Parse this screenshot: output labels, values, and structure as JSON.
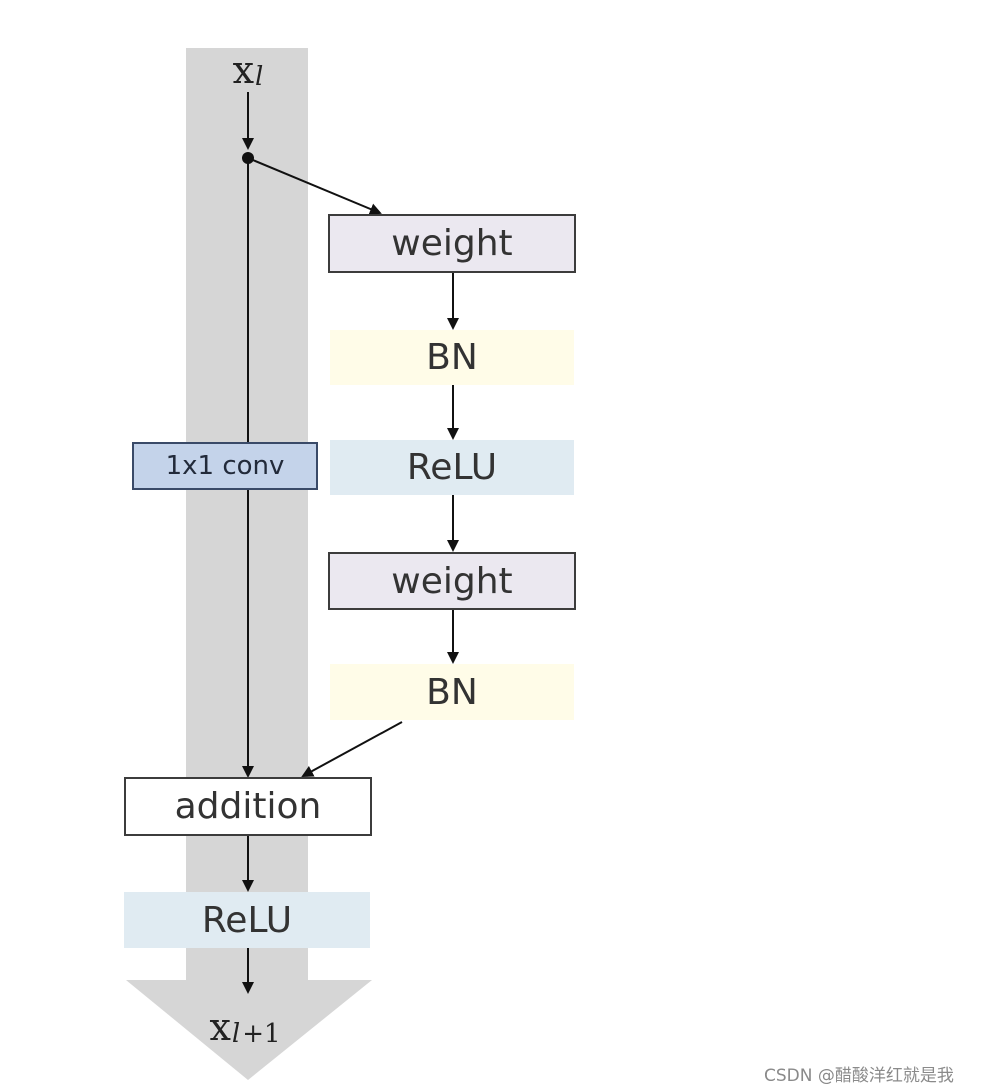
{
  "diagram": {
    "input": {
      "symbol": "x",
      "subscript": "l"
    },
    "output": {
      "symbol": "x",
      "subscript": "l",
      "plus": "+1"
    },
    "residual_branch": {
      "weight_1": "weight",
      "bn_1": "BN",
      "relu": "ReLU",
      "weight_2": "weight",
      "bn_2": "BN"
    },
    "shortcut": {
      "conv": "1x1 conv"
    },
    "merge": {
      "addition": "addition",
      "relu": "ReLU"
    }
  },
  "watermark": "CSDN @醋酸洋红就是我",
  "colors": {
    "backbone": "#d6d6d6",
    "weight_fill": "#ebe8f0",
    "bn_fill": "#fffce8",
    "relu_fill": "#e0ebf2",
    "conv_fill": "#c4d3ea",
    "line": "#111111"
  }
}
